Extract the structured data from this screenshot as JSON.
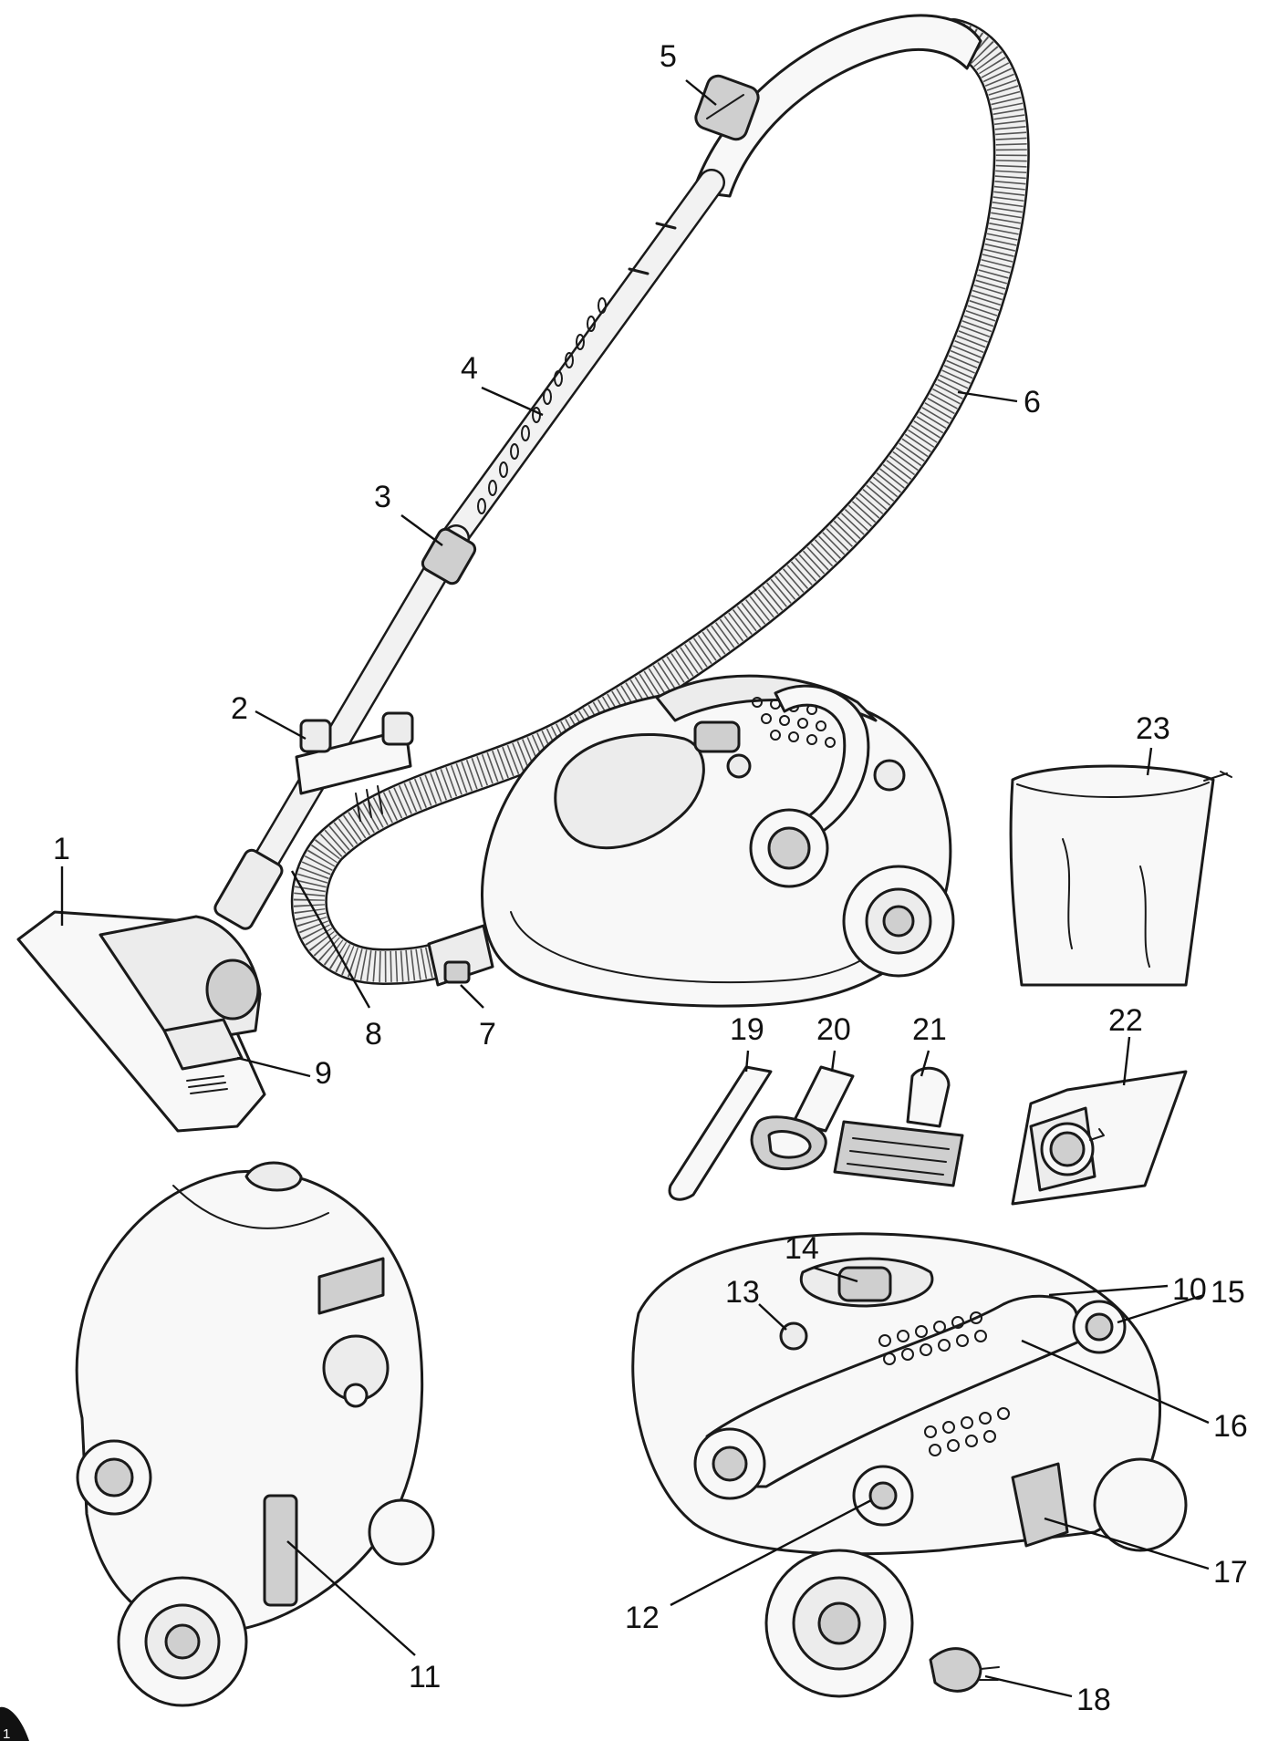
{
  "diagram": {
    "part_numbers": [
      "1",
      "2",
      "3",
      "4",
      "5",
      "6",
      "7",
      "8",
      "9",
      "10",
      "11",
      "12",
      "13",
      "14",
      "15",
      "16",
      "17",
      "18",
      "19",
      "20",
      "21",
      "22",
      "23"
    ],
    "corner_badge": "1"
  }
}
